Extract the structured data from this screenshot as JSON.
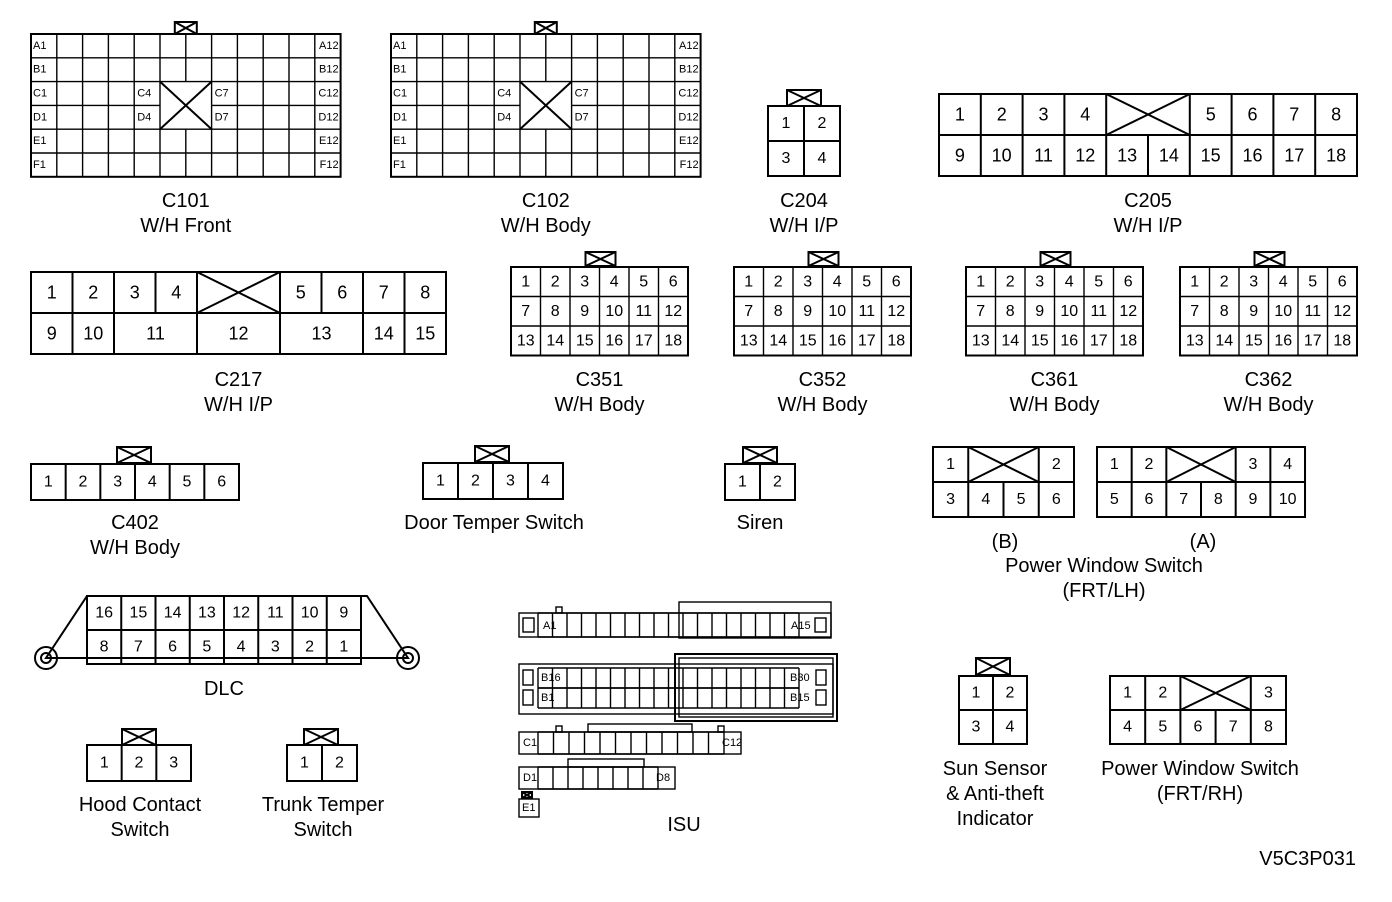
{
  "diagram_id": "V5C3P031",
  "grid_connectors": [
    {
      "id": "C101",
      "captions": [
        "C101",
        "W/H Front"
      ],
      "row_labels_left": [
        "A1",
        "B1",
        "C1",
        "D1",
        "E1",
        "F1"
      ],
      "row_labels_right": [
        "A12",
        "B12",
        "C12",
        "D12",
        "E12",
        "F12"
      ],
      "inner_left": [
        "C4",
        "D4"
      ],
      "inner_right": [
        "C7",
        "D7"
      ]
    },
    {
      "id": "C102",
      "captions": [
        "C102",
        "W/H Body"
      ],
      "row_labels_left": [
        "A1",
        "B1",
        "C1",
        "D1",
        "E1",
        "F1"
      ],
      "row_labels_right": [
        "A12",
        "B12",
        "C12",
        "D12",
        "E12",
        "F12"
      ],
      "inner_left": [
        "C4",
        "D4"
      ],
      "inner_right": [
        "C7",
        "D7"
      ]
    }
  ],
  "c204": {
    "captions": [
      "C204",
      "W/H I/P"
    ],
    "pins": [
      "1",
      "2",
      "3",
      "4"
    ]
  },
  "c205": {
    "captions": [
      "C205",
      "W/H I/P"
    ],
    "top_left": [
      "1",
      "2",
      "3",
      "4"
    ],
    "top_right": [
      "5",
      "6",
      "7",
      "8"
    ],
    "bottom": [
      "9",
      "10",
      "11",
      "12",
      "13",
      "14",
      "15",
      "16",
      "17",
      "18"
    ]
  },
  "c217": {
    "captions": [
      "C217",
      "W/H I/P"
    ],
    "top_left": [
      "1",
      "2",
      "3",
      "4"
    ],
    "top_right": [
      "5",
      "6",
      "7",
      "8"
    ],
    "bottom": [
      "9",
      "10",
      "11",
      "12",
      "13",
      "14",
      "15"
    ]
  },
  "six_by_three": [
    {
      "id": "C351",
      "captions": [
        "C351",
        "W/H Body"
      ],
      "rows": [
        [
          "1",
          "2",
          "3",
          "4",
          "5",
          "6"
        ],
        [
          "7",
          "8",
          "9",
          "10",
          "11",
          "12"
        ],
        [
          "13",
          "14",
          "15",
          "16",
          "17",
          "18"
        ]
      ]
    },
    {
      "id": "C352",
      "captions": [
        "C352",
        "W/H Body"
      ],
      "rows": [
        [
          "1",
          "2",
          "3",
          "4",
          "5",
          "6"
        ],
        [
          "7",
          "8",
          "9",
          "10",
          "11",
          "12"
        ],
        [
          "13",
          "14",
          "15",
          "16",
          "17",
          "18"
        ]
      ]
    },
    {
      "id": "C361",
      "captions": [
        "C361",
        "W/H Body"
      ],
      "rows": [
        [
          "1",
          "2",
          "3",
          "4",
          "5",
          "6"
        ],
        [
          "7",
          "8",
          "9",
          "10",
          "11",
          "12"
        ],
        [
          "13",
          "14",
          "15",
          "16",
          "17",
          "18"
        ]
      ]
    },
    {
      "id": "C362",
      "captions": [
        "C362",
        "W/H Body"
      ],
      "rows": [
        [
          "1",
          "2",
          "3",
          "4",
          "5",
          "6"
        ],
        [
          "7",
          "8",
          "9",
          "10",
          "11",
          "12"
        ],
        [
          "13",
          "14",
          "15",
          "16",
          "17",
          "18"
        ]
      ]
    }
  ],
  "c402": {
    "captions": [
      "C402",
      "W/H Body"
    ],
    "pins": [
      "1",
      "2",
      "3",
      "4",
      "5",
      "6"
    ]
  },
  "door_temper_switch": {
    "captions": [
      "Door Temper Switch"
    ],
    "pins": [
      "1",
      "2",
      "3",
      "4"
    ]
  },
  "siren": {
    "captions": [
      "Siren"
    ],
    "pins": [
      "1",
      "2"
    ]
  },
  "power_window_frt_lh": {
    "captions": [
      "Power Window Switch",
      "(FRT/LH)"
    ],
    "part_b": {
      "label": "(B)",
      "top": [
        "1",
        "2"
      ],
      "bottom": [
        "3",
        "4",
        "5",
        "6"
      ]
    },
    "part_a": {
      "label": "(A)",
      "top_left": [
        "1",
        "2"
      ],
      "top_right": [
        "3",
        "4"
      ],
      "bottom": [
        "5",
        "6",
        "7",
        "8",
        "9",
        "10"
      ]
    }
  },
  "dlc": {
    "captions": [
      "DLC"
    ],
    "top": [
      "16",
      "15",
      "14",
      "13",
      "12",
      "11",
      "10",
      "9"
    ],
    "bottom": [
      "8",
      "7",
      "6",
      "5",
      "4",
      "3",
      "2",
      "1"
    ]
  },
  "isu": {
    "captions": [
      "ISU"
    ],
    "row_a": [
      "A1",
      "A15"
    ],
    "row_b": [
      "B16",
      "B30",
      "B1",
      "B15"
    ],
    "row_c": [
      "C1",
      "C12"
    ],
    "row_d": [
      "D1",
      "D8"
    ],
    "row_e": [
      "E1"
    ]
  },
  "hood_contact_switch": {
    "captions": [
      "Hood Contact",
      "Switch"
    ],
    "pins": [
      "1",
      "2",
      "3"
    ]
  },
  "trunk_temper_switch": {
    "captions": [
      "Trunk Temper",
      "Switch"
    ],
    "pins": [
      "1",
      "2"
    ]
  },
  "sun_sensor": {
    "captions": [
      "Sun Sensor",
      "& Anti-theft",
      "Indicator"
    ],
    "pins": [
      "1",
      "2",
      "3",
      "4"
    ]
  },
  "power_window_frt_rh": {
    "captions": [
      "Power Window Switch",
      "(FRT/RH)"
    ],
    "top_left": [
      "1",
      "2"
    ],
    "top_right": [
      "3"
    ],
    "bottom": [
      "4",
      "5",
      "6",
      "7",
      "8"
    ]
  }
}
